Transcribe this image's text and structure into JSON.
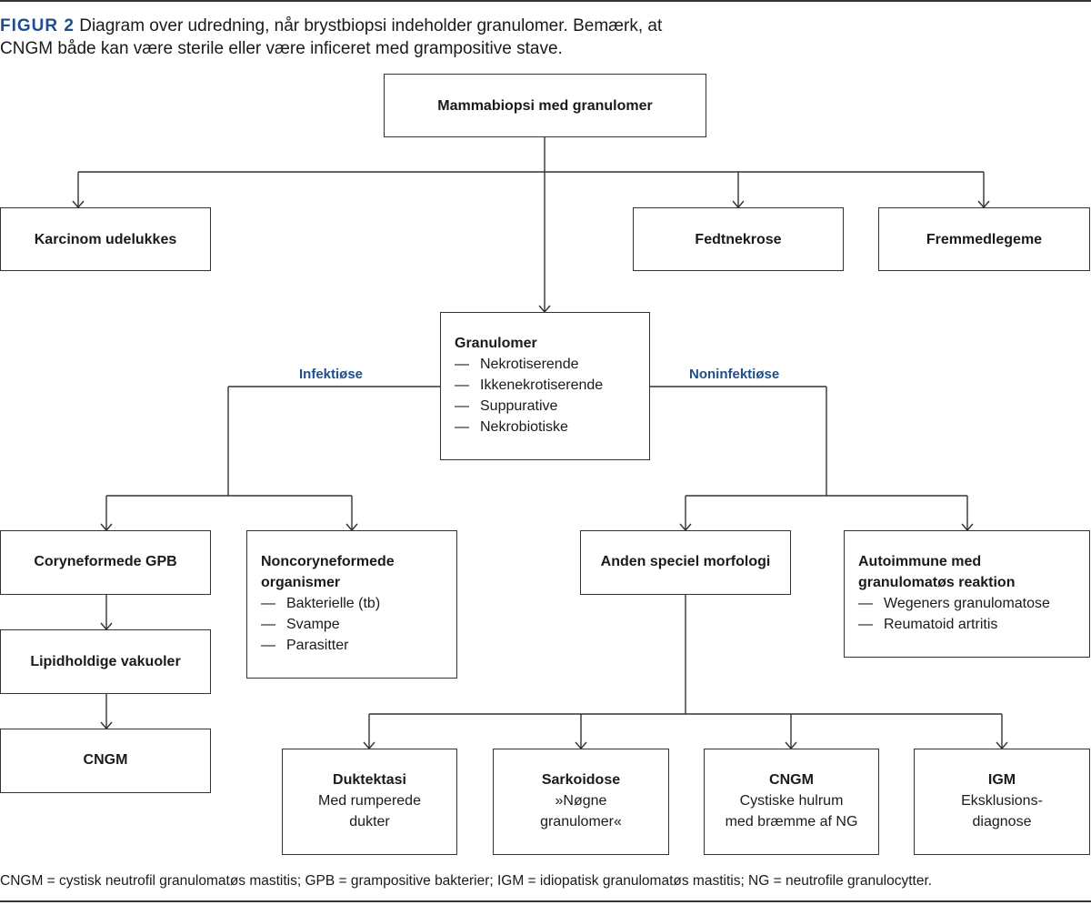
{
  "caption": {
    "label": "FIGUR 2",
    "line1": "Diagram over udredning, når brystbiopsi indeholder granulomer. Bemærk, at",
    "line2": "CNGM både kan være sterile eller være inficeret med grampositive stave."
  },
  "nodes": {
    "root": "Mammabiopsi med granulomer",
    "carcinoma": "Karcinom udelukkes",
    "fat_necrosis": "Fedtnekrose",
    "foreign_body": "Fremmedlegeme",
    "granulomas": {
      "title": "Granulomer",
      "items": [
        "Nekrotiserende",
        "Ikkenekrotiserende",
        "Suppurative",
        "Nekrobiotiske"
      ]
    },
    "coryneform": "Coryneformede GPB",
    "lipid": "Lipidholdige vakuoler",
    "cngm_left": "CNGM",
    "noncoryneform": {
      "title1": "Noncoryneformede",
      "title2": "organismer",
      "items": [
        "Bakterielle (tb)",
        "Svampe",
        "Parasitter"
      ]
    },
    "other_morph": "Anden speciel morfologi",
    "autoimmune": {
      "title1": "Autoimmune med",
      "title2": "granulomatøs reaktion",
      "items": [
        "Wegeners granulomatose",
        "Reumatoid artritis"
      ]
    },
    "duct": {
      "title": "Duktektasi",
      "line1": "Med rumperede",
      "line2": "dukter"
    },
    "sarc": {
      "title": "Sarkoidose",
      "line1": "»Nøgne",
      "line2": "granulomer«"
    },
    "cngm_bottom": {
      "title": "CNGM",
      "line1": "Cystiske hulrum",
      "line2": "med bræmme af NG"
    },
    "igm": {
      "title": "IGM",
      "line1": "Eksklusions-",
      "line2": "diagnose"
    }
  },
  "branch_labels": {
    "infectious": "Infektiøse",
    "noninfectious": "Noninfektiøse"
  },
  "footnote": "CNGM = cystisk neutrofil granulomatøs mastitis; GPB = grampositive bakterier; IGM = idiopatisk granulomatøs mastitis; NG = neutrofile granulocytter.",
  "colors": {
    "accent": "#1f4e8c",
    "line": "#333333"
  }
}
